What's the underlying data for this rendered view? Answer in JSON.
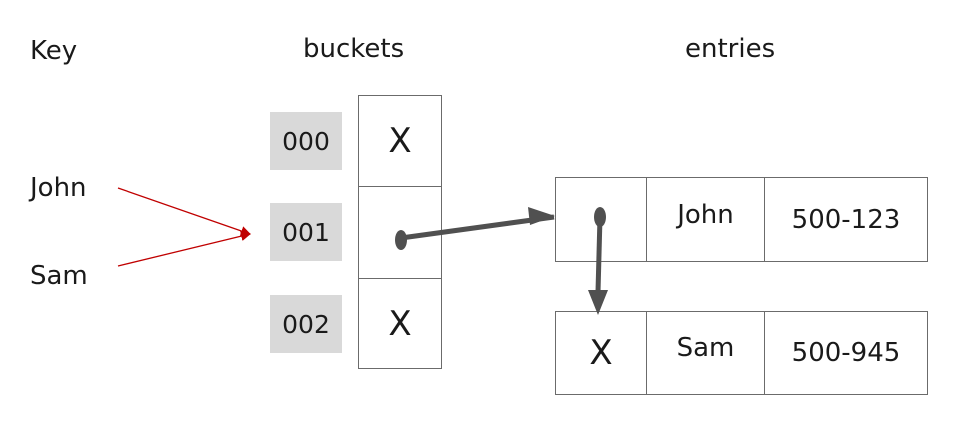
{
  "headers": {
    "key": "Key",
    "buckets": "buckets",
    "entries": "entries"
  },
  "keys": [
    "John",
    "Sam"
  ],
  "hashes": [
    "000",
    "001",
    "002"
  ],
  "buckets": [
    {
      "content": "X"
    },
    {
      "content": ""
    },
    {
      "content": "X"
    }
  ],
  "entries": [
    {
      "next": "",
      "name": "John",
      "phone": "500-123"
    },
    {
      "next": "X",
      "name": "Sam",
      "phone": "500-945"
    }
  ],
  "colors": {
    "key_arrows": "#c00000",
    "pointer_arrows": "#505050",
    "hash_fill": "#d9d9d9",
    "cell_border": "#6b6b6b"
  }
}
